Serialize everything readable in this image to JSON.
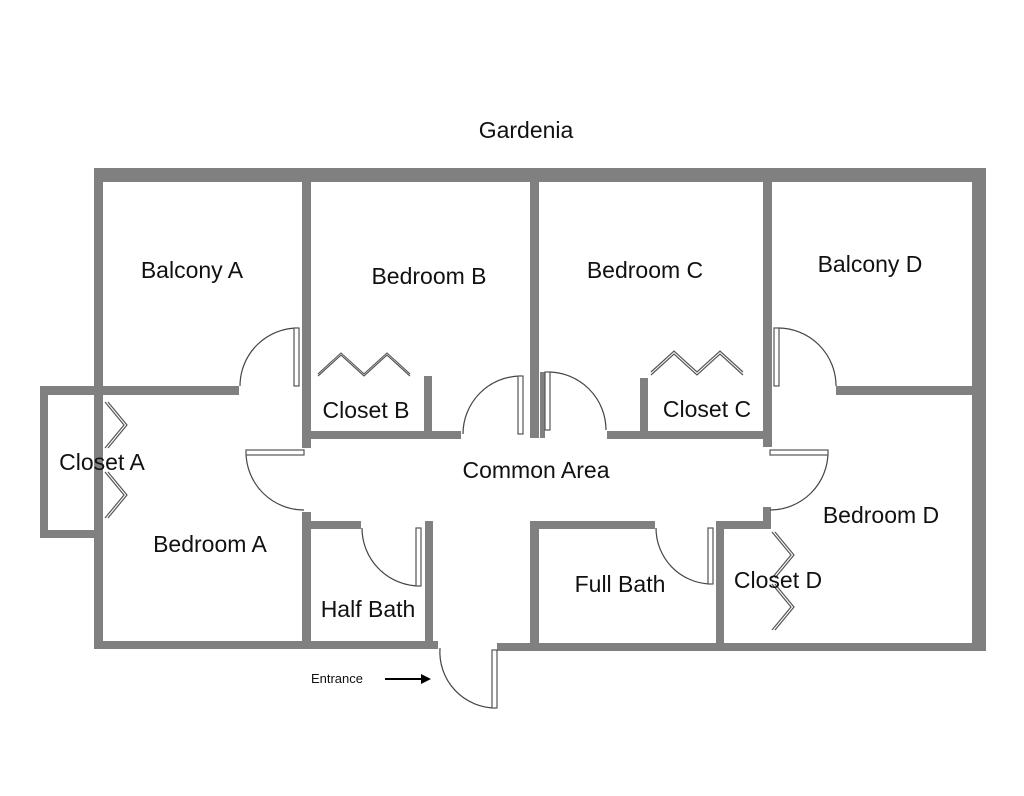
{
  "title": "Gardenia",
  "rooms": {
    "balcony_a": "Balcony A",
    "bedroom_b": "Bedroom B",
    "bedroom_c": "Bedroom C",
    "balcony_d": "Balcony D",
    "closet_b": "Closet B",
    "closet_c": "Closet C",
    "closet_a": "Closet A",
    "common_area": "Common Area",
    "bedroom_a": "Bedroom A",
    "bedroom_d": "Bedroom D",
    "half_bath": "Half Bath",
    "full_bath": "Full Bath",
    "closet_d": "Closet D"
  },
  "entrance_label": "Entrance",
  "colors": {
    "wall": "#808080",
    "background": "#ffffff",
    "text": "#111111"
  }
}
